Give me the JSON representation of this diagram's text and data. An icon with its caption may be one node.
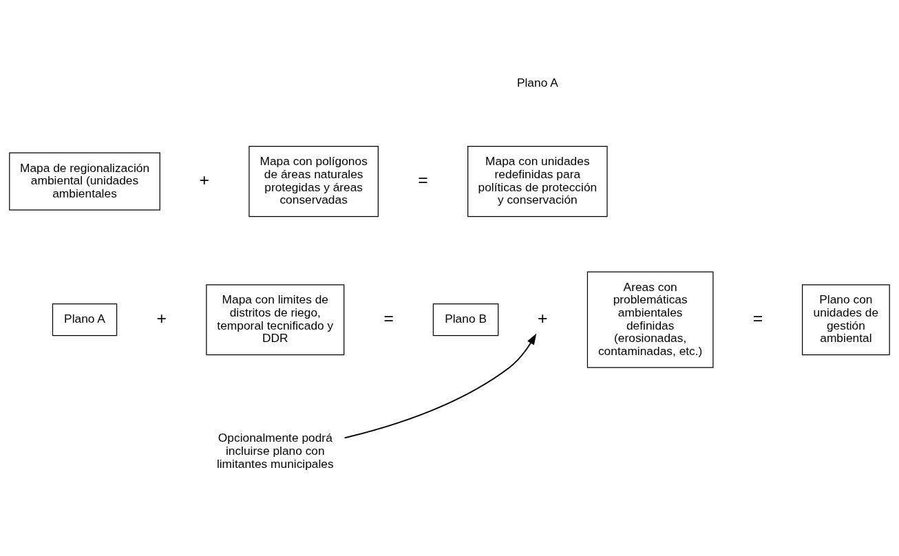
{
  "diagram": {
    "nodes": [
      {
        "text": [
          "Mapa de regionalización ambiental (unidades ambientales"
        ]
      },
      {
        "text": [
          "Mapa con polígonos de áreas naturales protegidas y áreas conservadas"
        ]
      },
      {
        "text": [
          "Mapa con unidades redefinidas para políticas de protección y conservación"
        ]
      },
      {
        "text": [
          "Plano A"
        ]
      },
      {
        "text": [
          "Mapa con limites de distritos de riego, temporal tecnificado y DDR"
        ]
      },
      {
        "text": [
          "Plano B"
        ]
      },
      {
        "text": [
          "+"
        ]
      },
      {
        "text": [
          "Areas con problemáticas ambientales definidas (erosionadas, contaminadas, etc.)"
        ]
      },
      {
        "text": [
          "Plano con unidades de gestión ambiental"
        ]
      },
      {
        "text": [
          "Opcionalmente podrá incluirse plano con limitantes municipales"
        ]
      }
    ],
    "edges": [
      {
        "from": 9,
        "to": 6,
        "arrow": "to"
      }
    ],
    "labels": [
      "Plano A",
      "+",
      "=",
      "+",
      "=",
      "="
    ]
  }
}
